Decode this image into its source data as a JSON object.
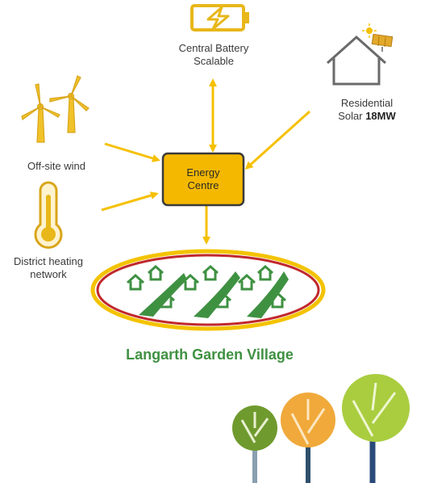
{
  "nodes": {
    "battery": {
      "line1": "Central Battery",
      "line2": "Scalable",
      "icon": "battery-charging-icon"
    },
    "solar": {
      "line1": "Residential",
      "line2_prefix": "Solar ",
      "line2_bold": "18MW",
      "icon": "house-solar-panel-icon"
    },
    "wind": {
      "label": "Off-site wind",
      "icon": "wind-turbine-icon"
    },
    "heating": {
      "line1": "District heating",
      "line2": "network",
      "icon": "thermometer-icon"
    },
    "energy_centre": {
      "line1": "Energy",
      "line2": "Centre"
    },
    "village": {
      "title": "Langarth Garden Village",
      "icon": "village-houses-icon"
    }
  },
  "colors": {
    "accent": "#f5b800",
    "icon_gold": "#e8b71a",
    "arrow": "#f5c000",
    "box_border": "#3a3a3a",
    "ellipse_outer": "#c0282d",
    "ellipse_inner": "#f3c300",
    "village_green": "#3f9142",
    "tree_green": "#8fbf3a",
    "tree_orange": "#f0a93a",
    "tree_lime": "#a9cd3f"
  },
  "decor": {
    "icon": "trees-illustration"
  }
}
